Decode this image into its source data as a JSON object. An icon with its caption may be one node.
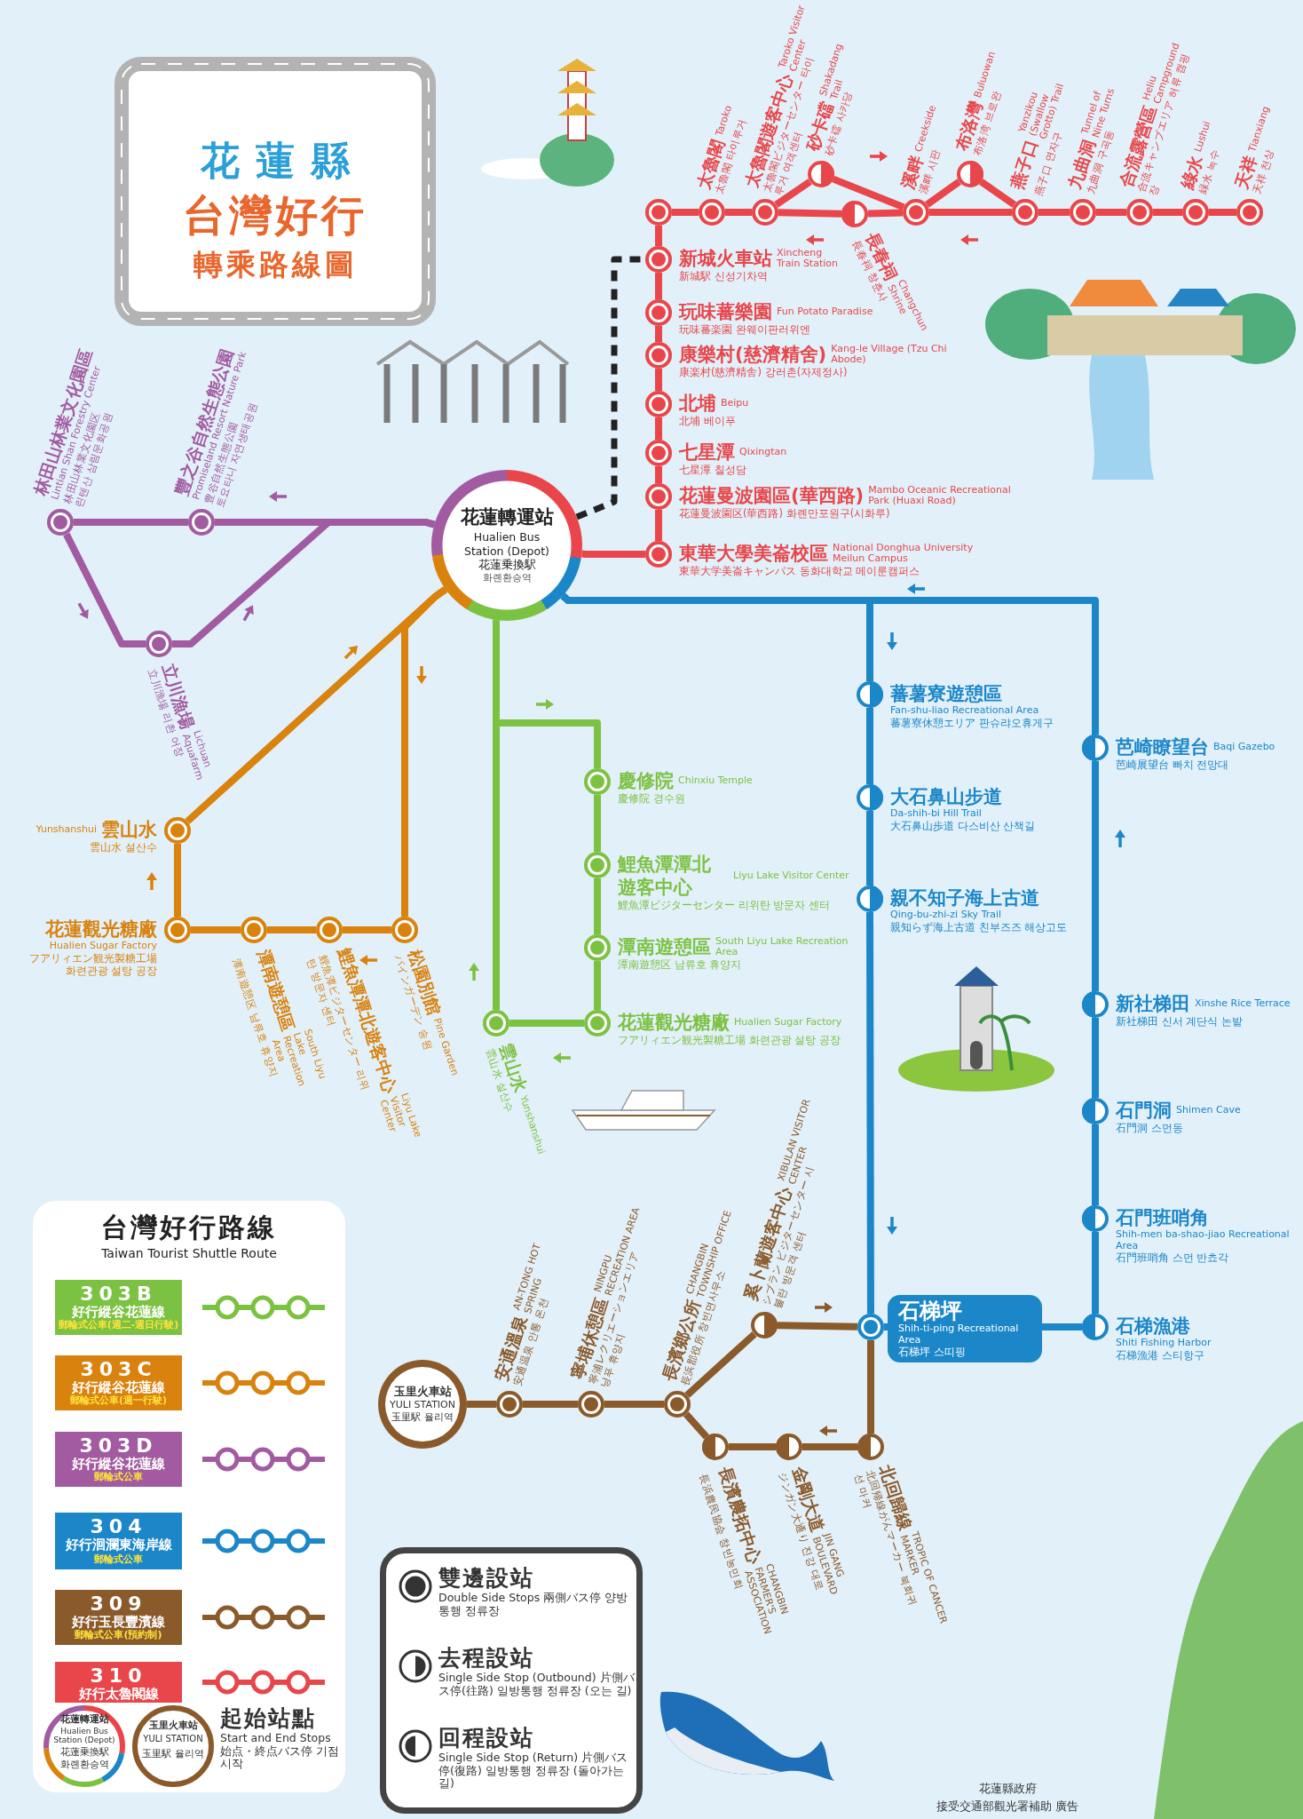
{
  "diagram": {
    "title": "花蓮縣",
    "nodes": [
      {
        "text": [
          "花蓮轉運站",
          "Hualien Bus Station (Depot)",
          "花蓮乗換駅",
          "화롄환승역"
        ]
      },
      {
        "text": [
          "東華大學美崙校區",
          "National Donghua University Meilun Campus",
          "東華大学美崙キャンパス 동화대학교 메이룬캠퍼스"
        ]
      },
      {
        "text": [
          "花蓮曼波園區(華西路)",
          "Mambo Oceanic Recreational Park (Huaxi Road)",
          "花蓮曼波園区(華西路) 화롄만포원구(시화루)"
        ]
      },
      {
        "text": [
          "七星潭",
          "Qixingtan",
          "七星潭 칠성담"
        ]
      },
      {
        "text": [
          "北埔",
          "Beipu",
          "北埔 베이푸"
        ]
      },
      {
        "text": [
          "康樂村(慈濟精舍)",
          "Kang-le Village (Tzu Chi Abode)",
          "康楽村(慈濟精舎) 강러촌(자제정사)"
        ]
      },
      {
        "text": [
          "玩味蕃樂園",
          "Fun Potato Paradise",
          "玩味蕃楽園 완웨이판러위엔"
        ]
      },
      {
        "text": [
          "新城火車站",
          "Xincheng Train Station",
          "新城駅 신성기차역"
        ]
      },
      {
        "text": [],
        "shape": "circle"
      },
      {
        "text": [
          "太魯閣",
          "Taroko",
          "太魯閣 타이루거"
        ]
      },
      {
        "text": [
          "太魯閣遊客中心",
          "Taroko Visitor Center",
          "太魯閣ビジターセンター 타이루거 여객센터"
        ]
      },
      {
        "text": [
          "砂卡礑",
          "Shakadang Trail",
          "砂卡礑 사카당"
        ]
      },
      {
        "text": [
          "長春祠",
          "Changchun Shrine",
          "長春祠 창춘사"
        ]
      },
      {
        "text": [
          "溪畔",
          "Creekside",
          "溪畔 시판"
        ]
      },
      {
        "text": [
          "布洛灣",
          "Buluowan",
          "布洛湾 브로완"
        ]
      },
      {
        "text": [
          "燕子口",
          "Yanzikou (Swallow Grotto) Trail",
          "燕子口 연자구"
        ]
      },
      {
        "text": [
          "九曲洞",
          "Tunnel of Nine Turns",
          "九曲洞 구곡동"
        ]
      },
      {
        "text": [
          "合流露營區",
          "Heliu Campground",
          "合流キャンプエリア 허류 캠핑장"
        ]
      },
      {
        "text": [
          "綠水",
          "Lushui",
          "緑水 녹수"
        ]
      },
      {
        "text": [
          "天祥",
          "Tianxiang",
          "天祥 천상"
        ]
      },
      {
        "text": [
          "豐之谷自然生態公園",
          "Promiseland Resort Nature Park",
          "豊谷自然生態公園",
          "토요타니 자연생태공원"
        ]
      },
      {
        "text": [
          "林田山林業文化園區",
          "Lintian Shan Forestry Center",
          "林田山林業文化園区",
          "린텐산 삼림문화공원"
        ]
      },
      {
        "text": [
          "立川漁場",
          "Lichuan Aquafarm",
          "立川漁場 리촨 어장"
        ]
      },
      {
        "text": [
          "Yunshanshui",
          "雲山水",
          "雲山水 설산수"
        ]
      },
      {
        "text": [
          "花蓮觀光糖廠",
          "Hualien Sugar Factory",
          "フアリィエン観光製糖工場",
          "화련관광 설탕 공장"
        ]
      },
      {
        "text": [
          "潭南遊憩區",
          "South Liyu Lake Recreation Area",
          "潭南遊憩区 남류호 휴양지"
        ]
      },
      {
        "text": [
          "鯉魚潭潭北遊客中心",
          "Liyu Lake Visitor Center",
          "鯉魚潭ビジターセンター 리위탄 방문자 센터"
        ]
      },
      {
        "text": [
          "松園別館",
          "Pine Garden",
          "パインガーデン 송원"
        ]
      },
      {
        "text": [
          "雲山水",
          "Yunshanshui",
          "雲山水 설산수"
        ]
      },
      {
        "text": [
          "慶修院",
          "Chinxiu Temple",
          "慶修院 경수원"
        ]
      },
      {
        "text": [
          "鯉魚潭潭北遊客中心",
          "Liyu Lake Visitor Center",
          "鯉魚潭ビジターセンター 리위탄 방문자 센터"
        ]
      },
      {
        "text": [
          "潭南遊憩區",
          "South Liyu Lake Recreation Area",
          "潭南遊憩区 남류호 휴양지"
        ]
      },
      {
        "text": [
          "花蓮觀光糖廠",
          "Hualien Sugar Factory",
          "フアリィエン観光製糖工場 화련관광 설탕 공장"
        ]
      },
      {
        "text": [
          "蕃薯寮遊憩區",
          "Fan-shu-liao Recreational Area",
          "蕃薯寮休憩エリア 판슈랴오휴게구"
        ]
      },
      {
        "text": [
          "大石鼻山步道",
          "Da-shih-bi Hill Trail",
          "大石鼻山歩道 다스비산 산책길"
        ]
      },
      {
        "text": [
          "親不知子海上古道",
          "Qing-bu-zhi-zi Sky Trail",
          "親知らず海上古道 친부즈즈 해상고도"
        ]
      },
      {
        "text": [
          "石梯坪",
          "Shih-ti-ping Recreational Area",
          "石梯坪 스띠핑"
        ]
      },
      {
        "text": [
          "石梯漁港",
          "Shiti Fishing Harbor",
          "石梯漁港 스티항구"
        ]
      },
      {
        "text": [
          "石門班哨角",
          "Shih-men ba-shao-jiao Recreational Area",
          "石門班哨角 스먼 반쵸각"
        ]
      },
      {
        "text": [
          "石門洞",
          "Shimen Cave",
          "石門洞 스먼동"
        ]
      },
      {
        "text": [
          "新社梯田",
          "Xinshe Rice Terrace",
          "新社梯田 신서 계단식 논밭"
        ]
      },
      {
        "text": [
          "芭崎瞭望台",
          "Baqi Gazebo",
          "芭崎展望台 빠치 전망대"
        ]
      },
      {
        "text": [
          "玉里火車站",
          "YULI STATION",
          "玉里駅 율리역"
        ]
      },
      {
        "text": [
          "安通溫泉",
          "AN-TONG HOT SPRING",
          "安通温泉 안통 온천"
        ]
      },
      {
        "text": [
          "寧埔休憩區",
          "NINGPU RECREATION AREA",
          "寧浦レクリエーションエリア 닝푸 휴양지"
        ]
      },
      {
        "text": [
          "長濱鄉公所",
          "CHANGBIN TOWNSHIP OFFICE",
          "長浜郡役所 창빈면사무소"
        ]
      },
      {
        "text": [
          "奚卜蘭遊客中心",
          "XIBULAN VISITOR CENTER",
          "シブラン ビジターセンター 시불란 방문객 센터"
        ]
      },
      {
        "text": [
          "北回歸線",
          "TROPIC OF CANCER MARKER",
          "北回帰線がんマーカー 북회귀선 마커"
        ]
      },
      {
        "text": [
          "金剛大道",
          "JIN GANG BOULEVARD",
          "ジンガン大通り 진강 대로"
        ]
      },
      {
        "text": [
          "長濱農拓中心",
          "CHANGBIN FARMER'S ASSOCIATION",
          "長浜農民協会 창빈농민회"
        ]
      }
    ],
    "edges": [
      {
        "from": 0,
        "to": 1,
        "arrow": "none",
        "color": "#e8464a"
      },
      {
        "from": 1,
        "to": 2,
        "arrow": "none",
        "color": "#e8464a"
      },
      {
        "from": 2,
        "to": 3,
        "arrow": "none",
        "color": "#e8464a"
      },
      {
        "from": 3,
        "to": 4,
        "arrow": "none",
        "color": "#e8464a"
      },
      {
        "from": 4,
        "to": 5,
        "arrow": "none",
        "color": "#e8464a"
      },
      {
        "from": 5,
        "to": 6,
        "arrow": "none",
        "color": "#e8464a"
      },
      {
        "from": 6,
        "to": 7,
        "arrow": "none",
        "color": "#e8464a"
      },
      {
        "from": 7,
        "to": 8,
        "arrow": "none",
        "color": "#e8464a"
      },
      {
        "from": 8,
        "to": 9,
        "arrow": "none",
        "color": "#e8464a"
      },
      {
        "from": 9,
        "to": 10,
        "arrow": "none",
        "color": "#e8464a"
      },
      {
        "from": 10,
        "to": 11,
        "arrow": "none",
        "color": "#e8464a"
      },
      {
        "from": 11,
        "to": 13,
        "arrow": "none",
        "color": "#e8464a"
      },
      {
        "from": 10,
        "to": 12,
        "arrow": "none",
        "color": "#e8464a"
      },
      {
        "from": 12,
        "to": 13,
        "arrow": "none",
        "color": "#e8464a"
      },
      {
        "from": 13,
        "to": 14,
        "arrow": "none",
        "color": "#e8464a"
      },
      {
        "from": 14,
        "to": 15,
        "arrow": "none",
        "color": "#e8464a"
      },
      {
        "from": 13,
        "to": 15,
        "arrow": "none",
        "color": "#e8464a"
      },
      {
        "from": 15,
        "to": 16,
        "arrow": "none",
        "color": "#e8464a"
      },
      {
        "from": 16,
        "to": 17,
        "arrow": "none",
        "color": "#e8464a"
      },
      {
        "from": 17,
        "to": 18,
        "arrow": "none",
        "color": "#e8464a"
      },
      {
        "from": 18,
        "to": 19,
        "arrow": "none",
        "color": "#e8464a"
      },
      {
        "from": 0,
        "to": 7,
        "arrow": "none",
        "style": "dashed",
        "color": "#222222"
      },
      {
        "from": 0,
        "to": 20,
        "arrow": "none",
        "color": "#a25ba0"
      },
      {
        "from": 20,
        "to": 21,
        "arrow": "none",
        "color": "#a25ba0"
      },
      {
        "from": 21,
        "to": 22,
        "arrow": "none",
        "color": "#a25ba0"
      },
      {
        "from": 22,
        "to": 0,
        "arrow": "none",
        "color": "#a25ba0"
      },
      {
        "from": 0,
        "to": 23,
        "arrow": "none",
        "color": "#d9820e"
      },
      {
        "from": 23,
        "to": 24,
        "arrow": "none",
        "color": "#d9820e"
      },
      {
        "from": 24,
        "to": 25,
        "arrow": "none",
        "color": "#d9820e"
      },
      {
        "from": 25,
        "to": 26,
        "arrow": "none",
        "color": "#d9820e"
      },
      {
        "from": 26,
        "to": 27,
        "arrow": "none",
        "color": "#d9820e"
      },
      {
        "from": 27,
        "to": 0,
        "arrow": "none",
        "color": "#d9820e"
      },
      {
        "from": 0,
        "to": 28,
        "arrow": "none",
        "color": "#7cc242"
      },
      {
        "from": 0,
        "to": 29,
        "arrow": "none",
        "color": "#7cc242"
      },
      {
        "from": 29,
        "to": 30,
        "arrow": "none",
        "color": "#7cc242"
      },
      {
        "from": 30,
        "to": 31,
        "arrow": "none",
        "color": "#7cc242"
      },
      {
        "from": 31,
        "to": 32,
        "arrow": "none",
        "color": "#7cc242"
      },
      {
        "from": 32,
        "to": 28,
        "arrow": "none",
        "color": "#7cc242"
      },
      {
        "from": 0,
        "to": 33,
        "arrow": "none",
        "color": "#1b87c9"
      },
      {
        "from": 33,
        "to": 34,
        "arrow": "none",
        "color": "#1b87c9"
      },
      {
        "from": 34,
        "to": 35,
        "arrow": "none",
        "color": "#1b87c9"
      },
      {
        "from": 35,
        "to": 36,
        "arrow": "none",
        "color": "#1b87c9"
      },
      {
        "from": 36,
        "to": 37,
        "arrow": "none",
        "color": "#1b87c9"
      },
      {
        "from": 37,
        "to": 38,
        "arrow": "none",
        "color": "#1b87c9"
      },
      {
        "from": 38,
        "to": 39,
        "arrow": "none",
        "color": "#1b87c9"
      },
      {
        "from": 39,
        "to": 40,
        "arrow": "none",
        "color": "#1b87c9"
      },
      {
        "from": 40,
        "to": 41,
        "arrow": "none",
        "color": "#1b87c9"
      },
      {
        "from": 41,
        "to": 0,
        "arrow": "none",
        "color": "#1b87c9"
      },
      {
        "from": 42,
        "to": 43,
        "arrow": "none",
        "color": "#8b5a2b"
      },
      {
        "from": 43,
        "to": 44,
        "arrow": "none",
        "color": "#8b5a2b"
      },
      {
        "from": 44,
        "to": 45,
        "arrow": "none",
        "color": "#8b5a2b"
      },
      {
        "from": 45,
        "to": 46,
        "arrow": "none",
        "color": "#8b5a2b"
      },
      {
        "from": 46,
        "to": 36,
        "arrow": "none",
        "color": "#8b5a2b"
      },
      {
        "from": 36,
        "to": 47,
        "arrow": "none",
        "color": "#8b5a2b"
      },
      {
        "from": 47,
        "to": 48,
        "arrow": "none",
        "color": "#8b5a2b"
      },
      {
        "from": 48,
        "to": 49,
        "arrow": "none",
        "color": "#8b5a2b"
      },
      {
        "from": 49,
        "to": 45,
        "arrow": "none",
        "color": "#8b5a2b"
      }
    ],
    "labels": [
      "台灣好行",
      "轉乘路線圖",
      "台灣好行路線",
      "Taiwan Tourist Shuttle Route",
      "花蓮轉運站",
      "Hualien Bus Station (Depot)",
      "花蓮乗換駅",
      "화롄환승역",
      "玉里火車站",
      "YULI STATION",
      "玉里駅 율리역",
      "花蓮縣政府",
      "接受交通部觀光署補助 廣告",
      "郵輪式公車(週二-週日行駛)",
      "郵輪式公車(週一行駛)",
      "郵輪式公車",
      "郵輪式公車",
      "郵輪式公車(預約制)"
    ],
    "legend": [
      {
        "text": "303B 好行縱谷花蓮線",
        "color": "#7cc242"
      },
      {
        "text": "303C 好行縱谷花蓮線",
        "color": "#d9820e"
      },
      {
        "text": "303D 好行縱谷花蓮線",
        "color": "#a25ba0"
      },
      {
        "text": "304 好行洄瀾東海岸線",
        "color": "#1b87c9"
      },
      {
        "text": "309 好行玉長豐濱線",
        "color": "#8b5a2b"
      },
      {
        "text": "310 好行太魯閣線",
        "color": "#e8464a"
      },
      {
        "text": "**雙邊設站** Double Side Stops 兩側バス停 양방 통행 정류장"
      },
      {
        "text": "**去程設站** Single Side Stop (Outbound) 片側バス停(往路) 일방통행 정류장 (오는 길)"
      },
      {
        "text": "**回程設站** Single Side Stop (Return) 片側バス停(復路) 일방통행 정류장 (돌아가는 길)"
      },
      {
        "text": "**起始站點** Start and End Stops 始点・終点バス停 기점 시작"
      }
    ]
  }
}
